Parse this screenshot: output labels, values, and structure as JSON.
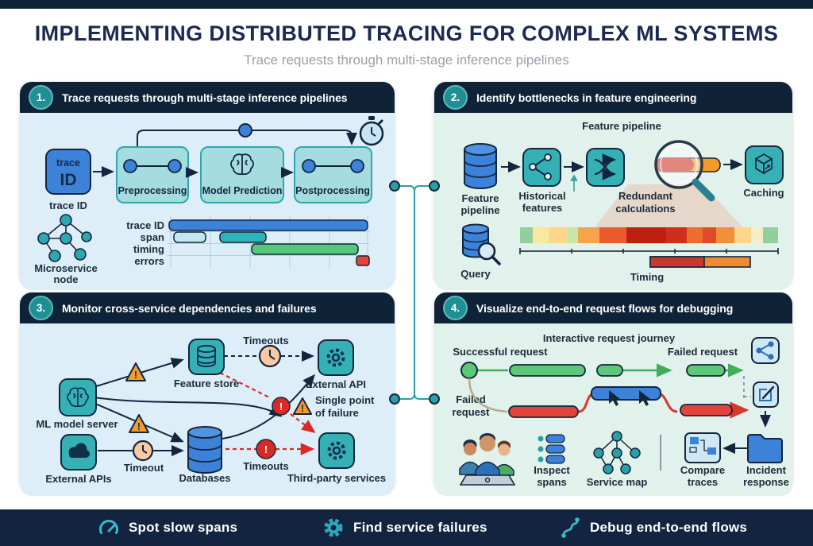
{
  "header": {
    "title": "IMPLEMENTING DISTRIBUTED TRACING FOR COMPLEX ML SYSTEMS",
    "subtitle": "Trace requests through multi-stage inference pipelines"
  },
  "colors": {
    "navy": "#0f2338",
    "teal": "#2aa0a6",
    "blue": "#3c82d9",
    "green": "#5cc878",
    "red": "#e2443b",
    "orange": "#f49b2e",
    "panel_blue_bg": "#ddeef8",
    "panel_mint_bg": "#e1f1ec"
  },
  "panel1": {
    "number": "1.",
    "title": "Trace requests through multi-stage inference pipelines",
    "trace_box": [
      "trace",
      "ID"
    ],
    "trace_id_label": "trace ID",
    "stages": [
      "Preprocessing",
      "Model Prediction",
      "Postprocessing"
    ],
    "microservice": [
      "Microservice",
      "node"
    ],
    "gantt_rows": [
      "trace ID",
      "span",
      "timing",
      "errors"
    ]
  },
  "panel2": {
    "number": "2.",
    "title": "Identify bottlenecks in feature engineering",
    "top_label": "Feature pipeline",
    "feature_pipeline": [
      "Feature",
      "pipeline"
    ],
    "historical": [
      "Historical",
      "features"
    ],
    "redundant": [
      "Redundant",
      "calculations"
    ],
    "caching": "Caching",
    "query": "Query",
    "timing": "Timing"
  },
  "panel3": {
    "number": "3.",
    "title": "Monitor cross-service dependencies and failures",
    "timeouts_top": "Timeouts",
    "feature_store": "Feature store",
    "external_api": "External API",
    "ml_model_server": "ML model server",
    "single_point": [
      "Single point",
      "of failure"
    ],
    "external_apis": "External APIs",
    "timeout": "Timeout",
    "databases": "Databases",
    "timeouts_bottom": "Timeouts",
    "third_party": "Third-party services"
  },
  "panel4": {
    "number": "4.",
    "title": "Visualize end-to-end request flows for debugging",
    "journey": "Interactive request journey",
    "successful": "Successful request",
    "failed_top": "Failed request",
    "failed_left": [
      "Failed",
      "request"
    ],
    "inspect": [
      "Inspect",
      "spans"
    ],
    "service_map": "Service map",
    "compare": [
      "Compare",
      "traces"
    ],
    "incident": [
      "Incident",
      "response"
    ]
  },
  "footer": {
    "items": [
      {
        "icon": "gauge-icon",
        "label": "Spot slow spans"
      },
      {
        "icon": "gear-icon",
        "label": "Find service failures"
      },
      {
        "icon": "route-icon",
        "label": "Debug end-to-end flows"
      }
    ]
  },
  "icons": {
    "stopwatch-icon": "stopwatch",
    "microservice-node-icon": "network of nodes",
    "brain-icon": "ML model brain",
    "database-icon": "database cylinder",
    "branch-icon": "feature branch",
    "shuffle-icon": "transform arrows",
    "magnifier-icon": "magnifying glass",
    "package-icon": "cache box",
    "query-icon": "database with magnifier",
    "cloud-icon": "external API cloud",
    "gear-icon": "service gear",
    "warning-triangle-icon": "warning",
    "alert-circle-icon": "error alert",
    "clock-icon": "timeout clock",
    "share-icon": "share",
    "edit-icon": "annotate",
    "folder-icon": "incident folder",
    "cursor-icon": "pointer cursor",
    "people-icon": "team at laptop",
    "list-icon": "inspect spans list",
    "tree-icon": "service map tree",
    "compare-icon": "compare traces",
    "gauge-icon": "speedometer",
    "route-icon": "end-to-end route"
  }
}
